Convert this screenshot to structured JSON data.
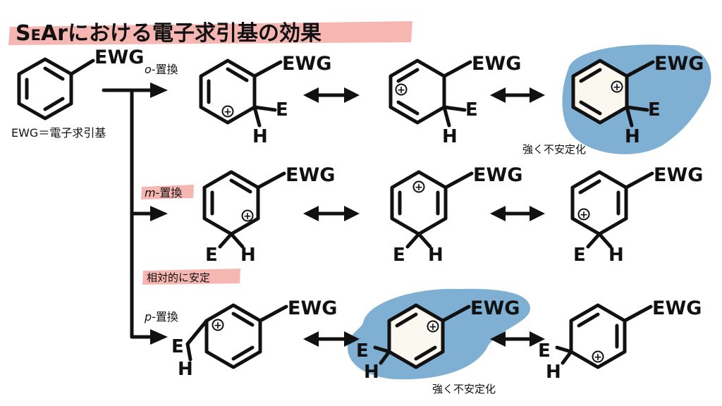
{
  "title": {
    "main": "S",
    "sub": "E",
    "rest": "Arにおける電子求引基の効果"
  },
  "benzene": {
    "group": "EWG",
    "definition": "EWG＝電子求引基"
  },
  "rows": [
    {
      "id": "ortho",
      "italic": "o",
      "label": "-置換"
    },
    {
      "id": "meta",
      "italic": "m",
      "label": "-置換"
    },
    {
      "id": "para",
      "italic": "p",
      "label": "-置換"
    }
  ],
  "notes": {
    "stable": "相対的に安定",
    "unstable_ortho": "強く不安定化",
    "unstable_para": "強く不安定化"
  },
  "atoms": {
    "group": "EWG",
    "E": "E",
    "H": "H",
    "plus": "+"
  },
  "colors": {
    "highlight_blue": "#7fb0d3",
    "marker_pink": "#f4a9a4",
    "ink": "#111111"
  }
}
